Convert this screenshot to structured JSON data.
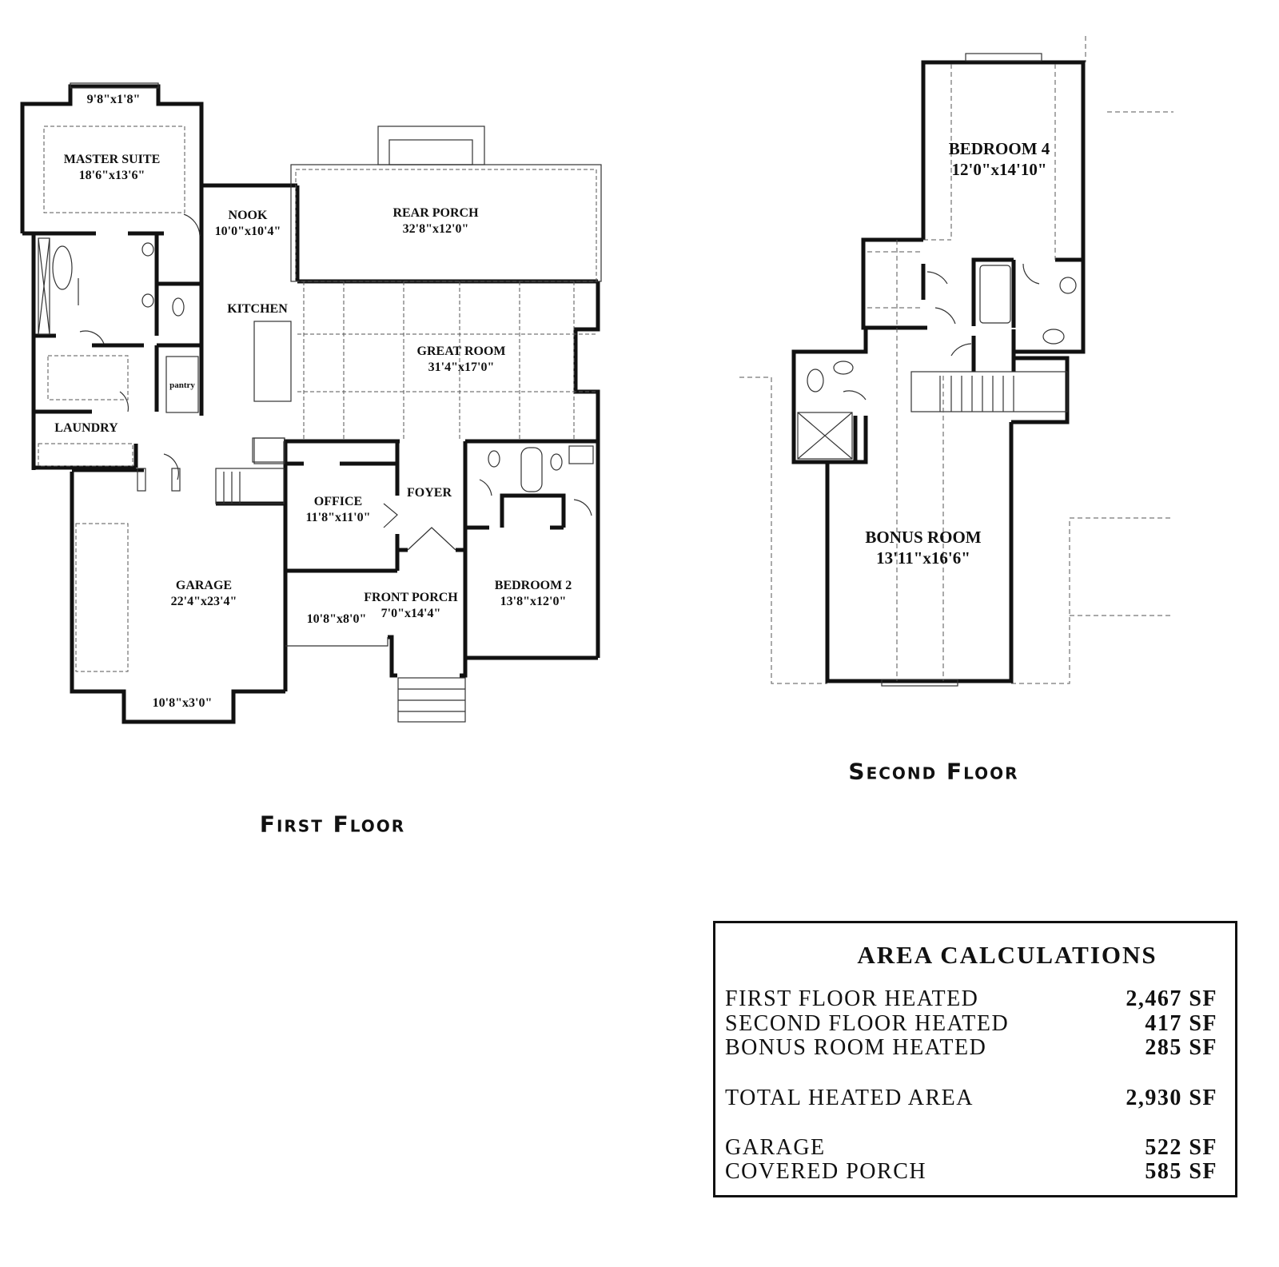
{
  "first_floor": {
    "title": "First Floor",
    "rooms": {
      "bay": "9'8\"x1'8\"",
      "master_suite": {
        "name": "MASTER SUITE",
        "size": "18'6\"x13'6\""
      },
      "nook": {
        "name": "NOOK",
        "size": "10'0\"x10'4\""
      },
      "rear_porch": {
        "name": "REAR PORCH",
        "size": "32'8\"x12'0\""
      },
      "kitchen": {
        "name": "KITCHEN"
      },
      "great_room": {
        "name": "GREAT ROOM",
        "size": "31'4\"x17'0\""
      },
      "pantry": {
        "name": "pantry"
      },
      "laundry": {
        "name": "LAUNDRY"
      },
      "office": {
        "name": "OFFICE",
        "size": "11'8\"x11'0\""
      },
      "foyer": {
        "name": "FOYER"
      },
      "garage": {
        "name": "GARAGE",
        "size": "22'4\"x23'4\""
      },
      "garage_bay": "10'8\"x3'0\"",
      "front_porch": {
        "name": "FRONT PORCH",
        "size": "7'0\"x14'4\"",
        "side_size": "10'8\"x8'0\""
      },
      "bedroom_2": {
        "name": "BEDROOM 2",
        "size": "13'8\"x12'0\""
      }
    }
  },
  "second_floor": {
    "title": "Second Floor",
    "rooms": {
      "bedroom_4": {
        "name": "BEDROOM 4",
        "size": "12'0\"x14'10\""
      },
      "bonus_room": {
        "name": "BONUS ROOM",
        "size": "13'11\"x16'6\""
      }
    }
  },
  "area_calculations": {
    "title": "AREA CALCULATIONS",
    "rows": [
      {
        "label": "FIRST FLOOR HEATED",
        "value": "2,467 SF"
      },
      {
        "label": "SECOND FLOOR HEATED",
        "value": "417 SF"
      },
      {
        "label": "BONUS ROOM HEATED",
        "value": "285 SF"
      },
      {
        "label": "TOTAL HEATED AREA",
        "value": "2,930 SF"
      },
      {
        "label": "GARAGE",
        "value": "522 SF"
      },
      {
        "label": "COVERED PORCH",
        "value": "585 SF"
      }
    ]
  }
}
